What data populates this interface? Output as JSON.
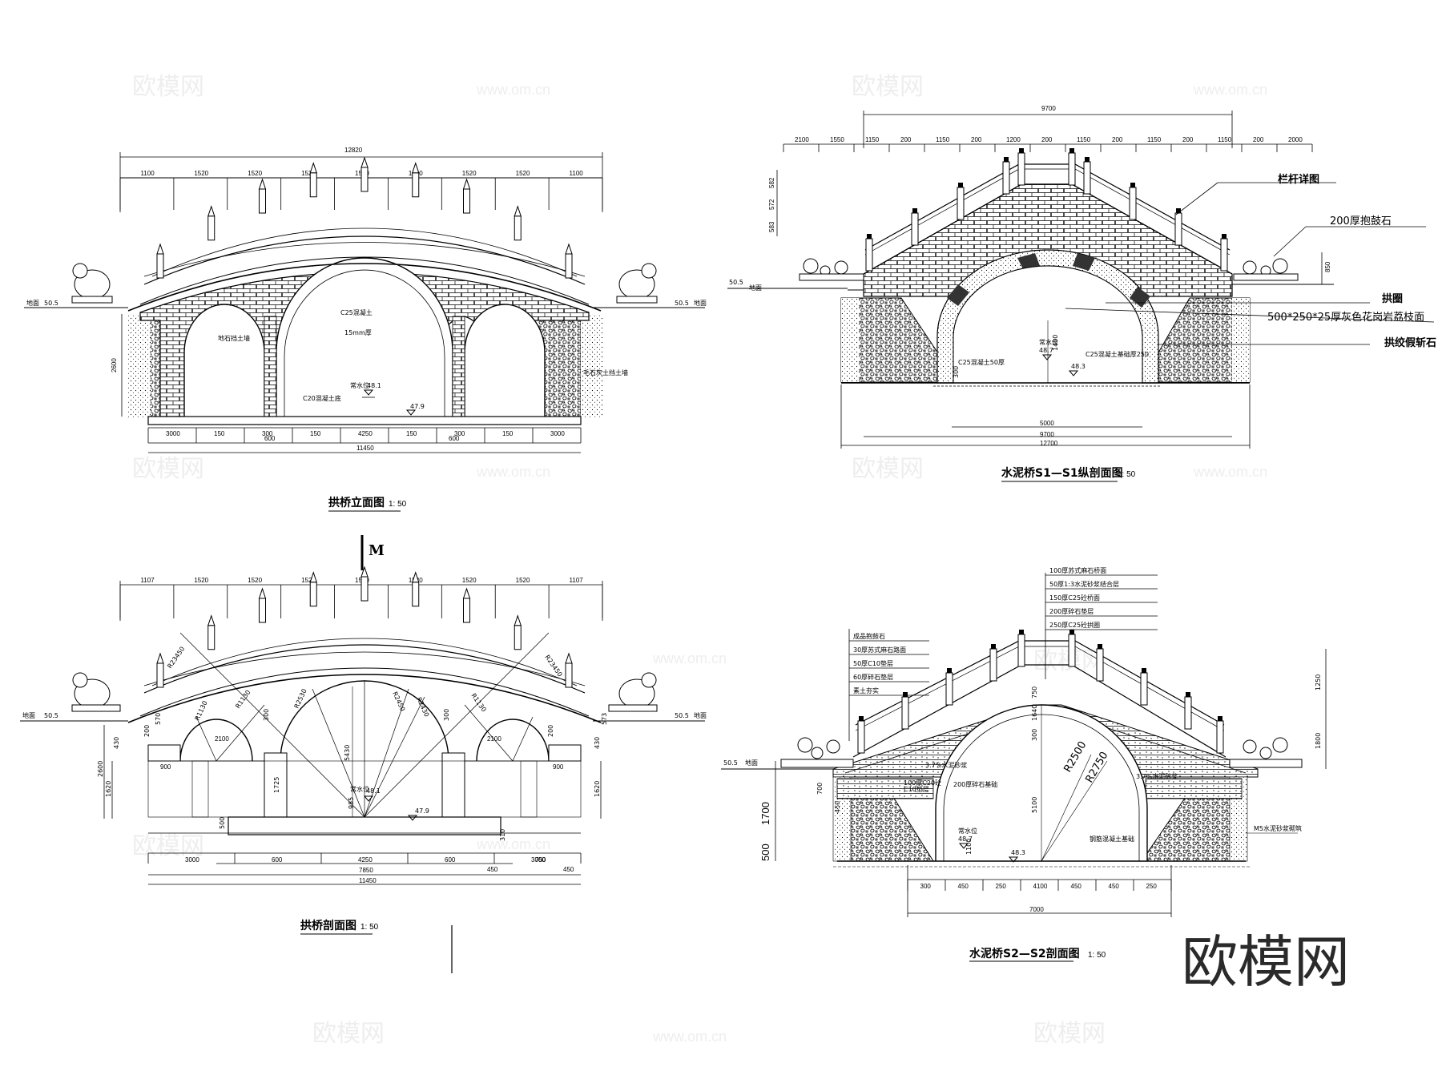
{
  "watermark": {
    "brand": "欧模网",
    "site": "www.om.cn",
    "corner_logo": "欧模网"
  },
  "section_mark": "M",
  "drawings": {
    "arch_elevation": {
      "title": "拱桥立面图",
      "scale": "1: 50",
      "overall_top": "12820",
      "top_dims": [
        "1100",
        "1520",
        "1520",
        "1520",
        "1500",
        "1520",
        "1520",
        "1520",
        "1100"
      ],
      "bottom_dims": [
        "3000",
        "150",
        "300",
        "150",
        "4250",
        "150",
        "300",
        "150",
        "3000"
      ],
      "bottom_dims2": [
        "600",
        "600"
      ],
      "overall_bottom": "11450",
      "ground_left": "50.5",
      "ground_right": "50.5",
      "ground_word": "地面",
      "height": "2600",
      "water": "常水位",
      "water_level": "48.1",
      "bed_level": "47.9",
      "notes": [
        "C25混凝土",
        "15mm厚",
        "地石挡土墙",
        "C20混凝土底",
        "毛石灰土挡土墙"
      ]
    },
    "arch_section": {
      "title": "拱桥剖面图",
      "scale": "1: 50",
      "top_dims": [
        "1107",
        "1520",
        "1520",
        "1520",
        "1500",
        "1520",
        "1520",
        "1520",
        "1107"
      ],
      "bottom_dims": [
        "3000",
        "600",
        "4250",
        "600",
        "3000"
      ],
      "small_dims": [
        "450",
        "750",
        "450"
      ],
      "mid_dims": [
        "7850"
      ],
      "overall_bottom": "11450",
      "radii": [
        "R23450",
        "R23450",
        "R1130",
        "R1130",
        "R2530",
        "R2450",
        "R2430",
        "R1130"
      ],
      "vertical_dims": [
        "5430",
        "1725",
        "985",
        "2600",
        "1620",
        "1620",
        "570",
        "573",
        "430",
        "430",
        "300",
        "300",
        "200",
        "200",
        "500",
        "310"
      ],
      "ground_left": "50.5",
      "ground_right": "50.5",
      "ground_word": "地面",
      "water": "常水位",
      "water_level": "48.1",
      "bed_level": "47.9",
      "small_widths": [
        "900",
        "2100",
        "2100",
        "900"
      ]
    },
    "s1_section": {
      "title": "水泥桥S1—S1纵剖面图",
      "scale": "1: 50",
      "overall_top": "9700",
      "top_dims": [
        "2100",
        "1550",
        "1150",
        "200",
        "1150",
        "200",
        "1200",
        "200",
        "1150",
        "200",
        "1150",
        "200",
        "1150",
        "200",
        "2000"
      ],
      "left_dims": [
        "582",
        "572",
        "583"
      ],
      "right_dim": "850",
      "bottom_dims": [
        "5000",
        "9700",
        "12700"
      ],
      "ground_left": "50.5",
      "ground_word": "地面",
      "water": "常水位",
      "water_level": "48.7",
      "bed_level": "48.3",
      "water_height": "1400",
      "small_left": "300",
      "notes": [
        "C25混凝土50厚",
        "C25混凝土基础厚250"
      ],
      "callouts": [
        "栏杆详图",
        "200厚抱鼓石",
        "拱圈",
        "500*250*25厚灰色花岗岩荔枝面",
        "拱绞假斩石"
      ]
    },
    "s2_section": {
      "title": "水泥桥S2—S2剖面图",
      "scale": "1: 50",
      "deck_layers": [
        "100厚苏式麻石桥面",
        "50厚1:3水泥砂浆结合层",
        "150厚C25砼桥面",
        "200厚碎石垫层",
        "250厚C25砼拱圈"
      ],
      "path_layers": [
        "成品抱鼓石",
        "30厚苏式麻石路面",
        "50厚C10垫层",
        "60厚碎石垫层",
        "素土夯实"
      ],
      "bottom_dims": [
        "300",
        "450",
        "250",
        "4100",
        "450",
        "450",
        "250"
      ],
      "overall_bottom": "7000",
      "radii": [
        "R2500",
        "R2750"
      ],
      "right_dims": [
        "1250",
        "1800"
      ],
      "left_big": [
        "1700",
        "500"
      ],
      "left_small": [
        "700",
        "450"
      ],
      "center_dims": [
        "5100",
        "750",
        "1640",
        "300"
      ],
      "ground_left": "50.5",
      "ground_word": "地面",
      "water": "常水位",
      "water_level": "48.7",
      "bed_level": "48.3",
      "water_height": "1100",
      "slope_notes": [
        "3.7%水泥砂浆",
        "3.7%水泥砂浆"
      ],
      "notes": [
        "200厚碎石基础",
        "100厚C20砼",
        "钢筋混凝土基础",
        "C10垫层",
        "M5水泥砂浆砌筑"
      ]
    }
  },
  "colors": {
    "ink": "#000000",
    "paper": "#ffffff",
    "arch_band": "#333333",
    "watermark": "#eeeeee"
  }
}
